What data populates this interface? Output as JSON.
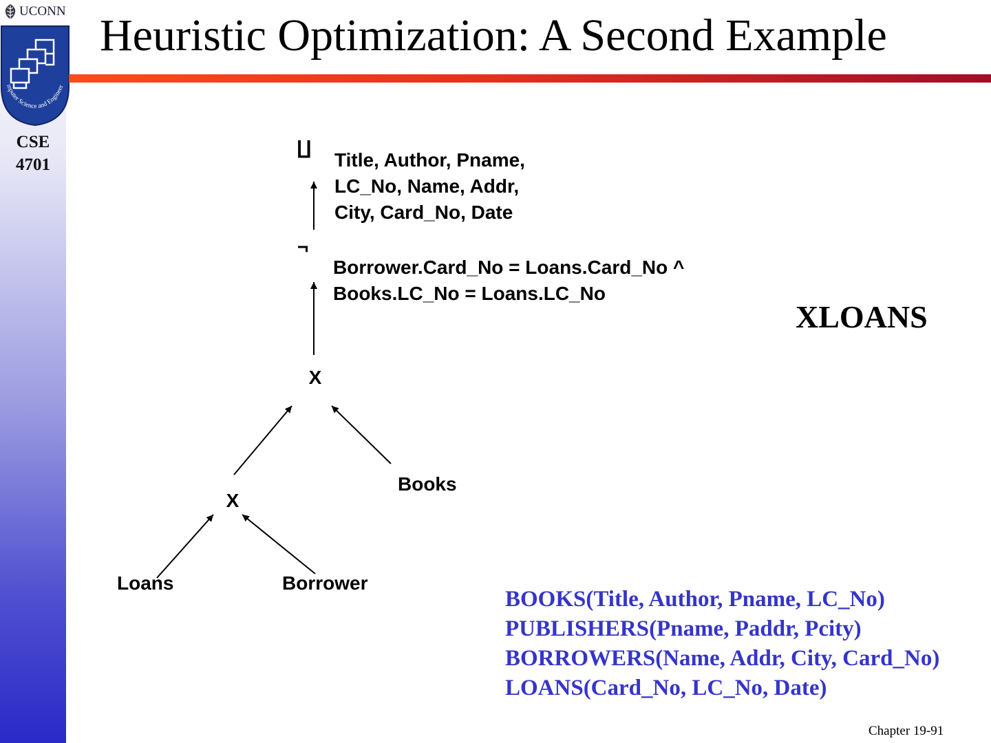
{
  "sidebar": {
    "logo_text": "UCONN",
    "course_line1": "CSE",
    "course_line2": "4701",
    "crest_text": "Computer Science and Engineering"
  },
  "title": "Heuristic Optimization: A Second Example",
  "diagram": {
    "projection": {
      "symbol": "∏",
      "attributes": [
        "Title, Author, Pname,",
        "LC_No, Name, Addr,",
        "City, Card_No, Date"
      ]
    },
    "selection": {
      "symbol": "¬",
      "conditions": [
        "Borrower.Card_No = Loans.Card_No ^",
        "Books.LC_No = Loans.LC_No"
      ]
    },
    "upper_join": "X",
    "lower_join": "X",
    "relations": {
      "books": "Books",
      "loans": "Loans",
      "borrower": "Borrower"
    }
  },
  "side_label": "XLOANS",
  "schema_lines": [
    "BOOKS(Title, Author, Pname, LC_No)",
    "PUBLISHERS(Pname, Paddr, Pcity)",
    "BORROWERS(Name, Addr, City, Card_No)",
    "LOANS(Card_No, LC_No, Date)"
  ],
  "footer": "Chapter 19-91",
  "colors": {
    "schema_text": "#3535c8",
    "title_bar_start": "#ff4a1c",
    "title_bar_end": "#a50c28",
    "sidebar_bottom": "#2a2ac8"
  }
}
